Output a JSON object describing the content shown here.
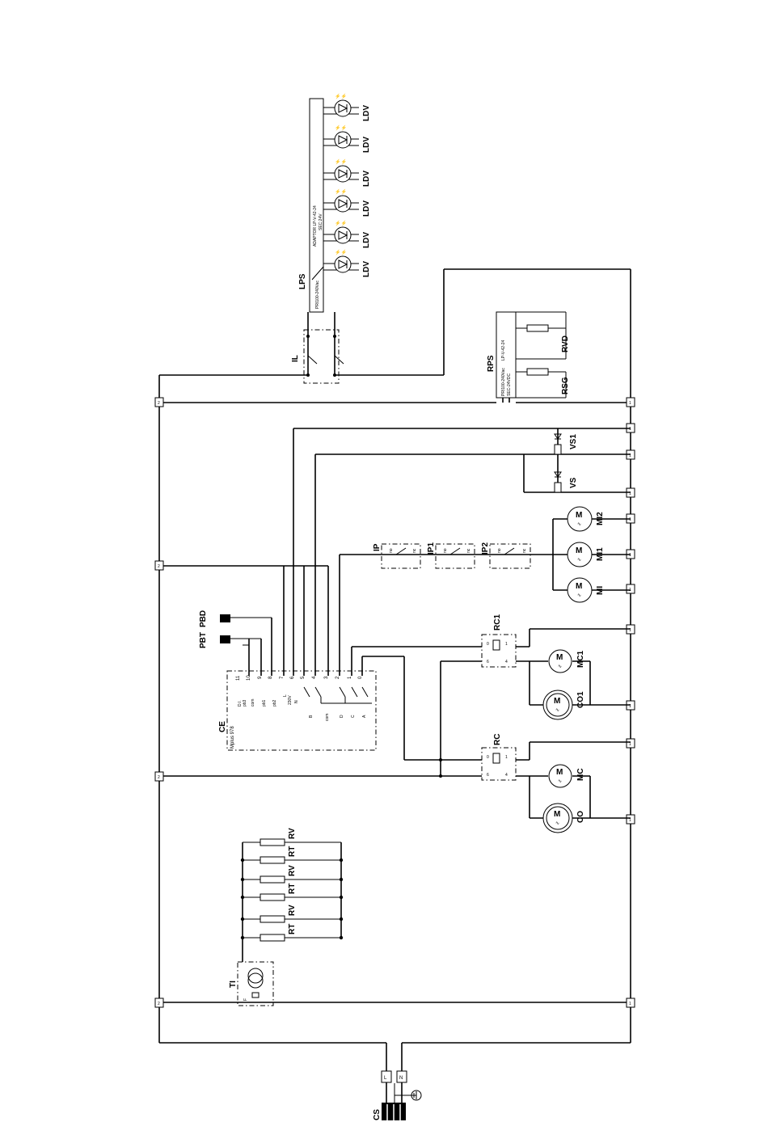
{
  "terminals": {
    "left_num": "2",
    "right_num": "1",
    "L": "L",
    "N": "N"
  },
  "supply": {
    "cable": "CS"
  },
  "lighting": {
    "switch": "IL",
    "psu": "LPS",
    "psu_text_1": "PRI100-240Vac",
    "psu_text_2": "ADAPTOR  LP-V-42-24",
    "psu_text_3": "SEC:24V",
    "leds": [
      "LDV",
      "LDV",
      "LDV",
      "LDV",
      "LDV",
      "LDV"
    ]
  },
  "heating_psu": {
    "name": "RPS",
    "text_1": "LP-V-42-24",
    "text_2": "SEC-24VDC",
    "text_3": "PRI100-240Vac",
    "resistors": [
      "RVD",
      "RSG"
    ]
  },
  "valves": [
    "VS1",
    "VS"
  ],
  "fans": [
    "MI2",
    "MI1",
    "MI"
  ],
  "pressostats": {
    "labels": [
      "IP",
      "IP1",
      "IP2"
    ],
    "no": "no",
    "nc": "nc"
  },
  "controller": {
    "name": "CE",
    "model": "Mplus 978",
    "pins": [
      "11",
      "10",
      "9",
      "8",
      "7",
      "6",
      "5",
      "4",
      "3",
      "2",
      "1",
      "0"
    ],
    "signals": [
      "D.I.",
      "pb3",
      "com",
      "pb1",
      "pb2",
      "L",
      "230V",
      "N",
      "B",
      "com",
      "D",
      "C",
      "A"
    ],
    "probes": [
      "PBD",
      "PBT"
    ]
  },
  "relays": {
    "rc1": "RC1",
    "rc": "RC",
    "contacts": [
      "0",
      "1",
      "6",
      "4"
    ]
  },
  "motors": {
    "top": [
      "MC1",
      "CO1"
    ],
    "bottom": [
      "MC",
      "CO"
    ],
    "symbol": "M"
  },
  "heater_bank": {
    "transformer": "TI",
    "fuse": "F",
    "labels": [
      "RV",
      "RT",
      "RV",
      "RT",
      "RV",
      "RT"
    ]
  }
}
